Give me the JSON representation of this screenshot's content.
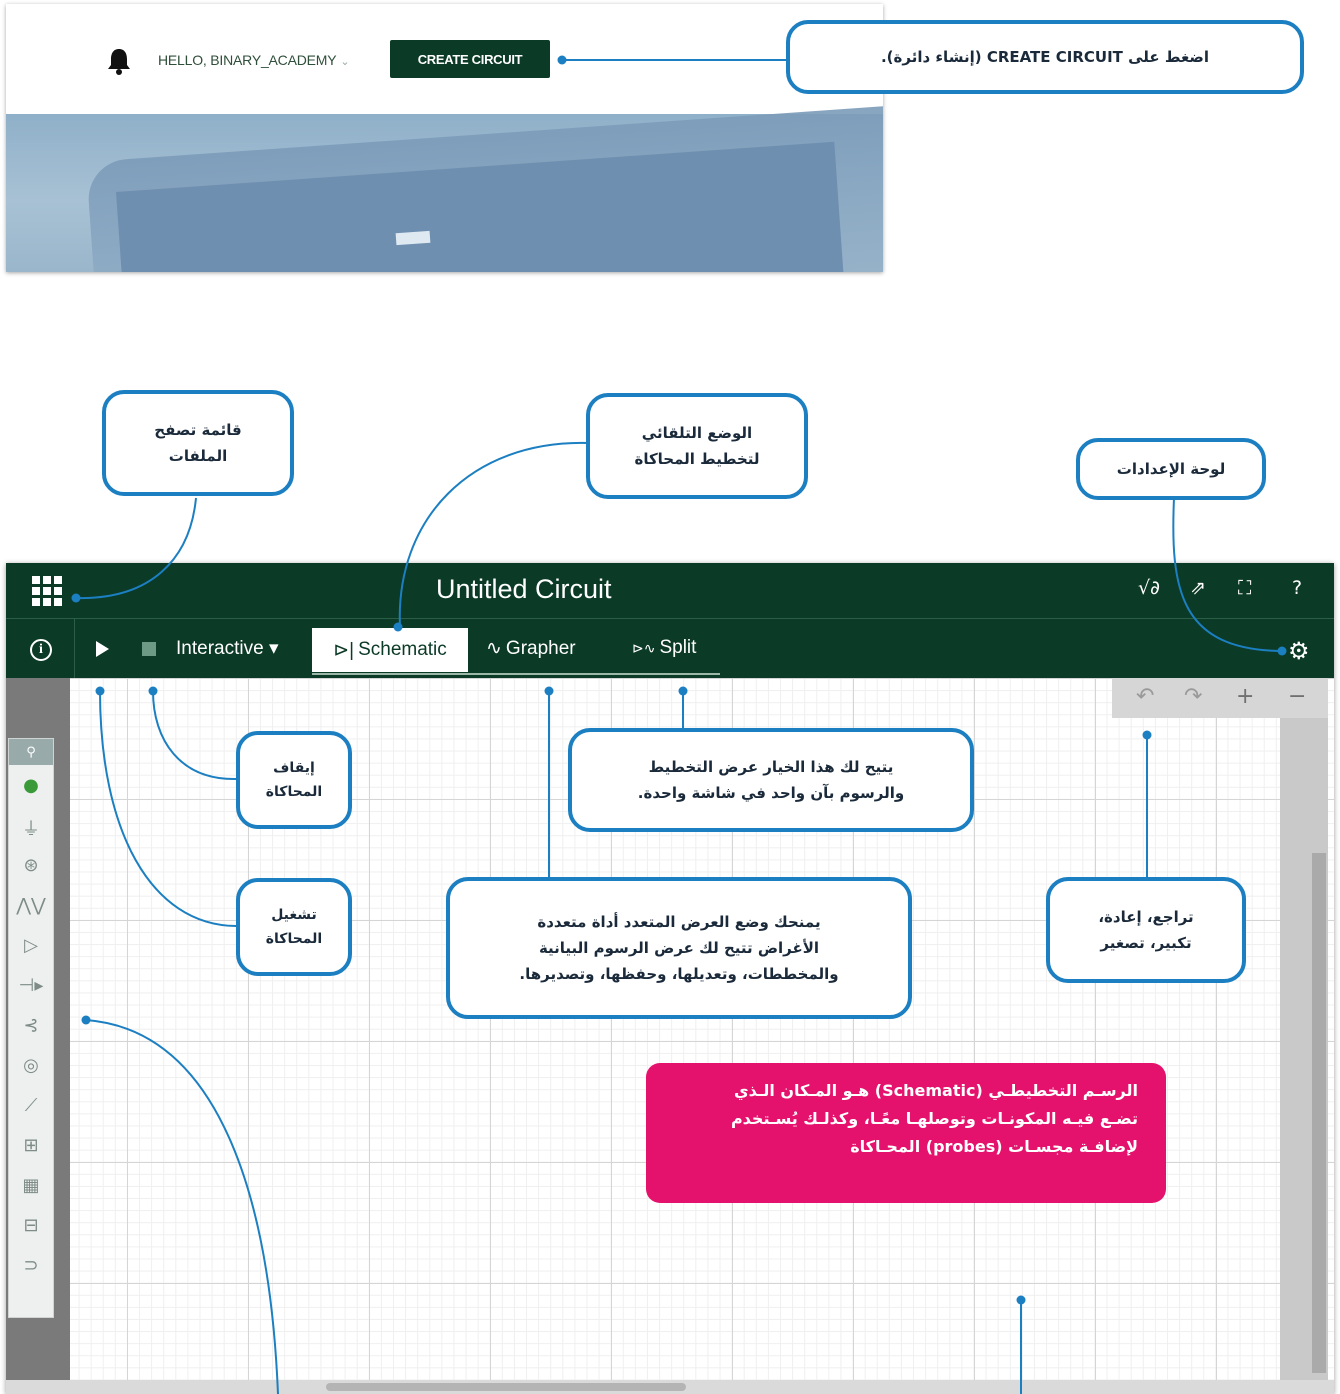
{
  "top_screenshot": {
    "greeting": "HELLO, BINARY_ACADEMY",
    "create_button": "CREATE CIRCUIT",
    "icons": {
      "bell": "bell-icon"
    }
  },
  "simulator": {
    "title": "Untitled Circuit",
    "header_icons": [
      "math-icon",
      "popout-icon",
      "fullscreen-icon",
      "help-icon"
    ],
    "header_icon_glyphs": {
      "help": "?"
    },
    "toolbar": {
      "mode": "Interactive",
      "tabs": [
        {
          "label": "Schematic",
          "active": true
        },
        {
          "label": "Grapher",
          "active": false
        },
        {
          "label": "Split",
          "active": false
        }
      ]
    }
  },
  "callouts": {
    "create_circuit": "اضغط على CREATE CIRCUIT (إنشاء دائرة).",
    "file_menu": [
      "قائمة تصفح",
      "الملفات"
    ],
    "auto_mode": [
      "الوضع التلقائي",
      "لتخطيط المحاكاة"
    ],
    "settings": "لوحة الإعدادات",
    "stop_sim": [
      "إيقاف",
      "المحاكاة"
    ],
    "run_sim": [
      "تشغيل",
      "المحاكاة"
    ],
    "split_desc": [
      "يتيح لك هذا الخيار عرض التخطيط",
      "والرسوم بآن واحد في شاشة واحدة."
    ],
    "grapher_desc": [
      "يمنحك وضع العرض المتعدد أداة متعددة",
      "الأغراض تتيح لك عرض الرسوم البيانية",
      "والمخططات، وتعديلها، وحفظها، وتصديرها."
    ],
    "undo_redo": [
      "تراجع، إعادة،",
      "تكبير، تصغير"
    ],
    "schematic_desc": [
      "الرسـم التخطيطـي (Schematic) هـو المـكان الـذي",
      "تضـع فيـه المكونـات وتوصلهـا معًـا، وكذلـك يُسـتخدم",
      "لإضافـة مجسـات (probes) المحـاكاة"
    ]
  },
  "colors": {
    "header_green": "#0b3a26",
    "callout_blue": "#1c7fc1",
    "highlight_pink": "#e5126d"
  }
}
